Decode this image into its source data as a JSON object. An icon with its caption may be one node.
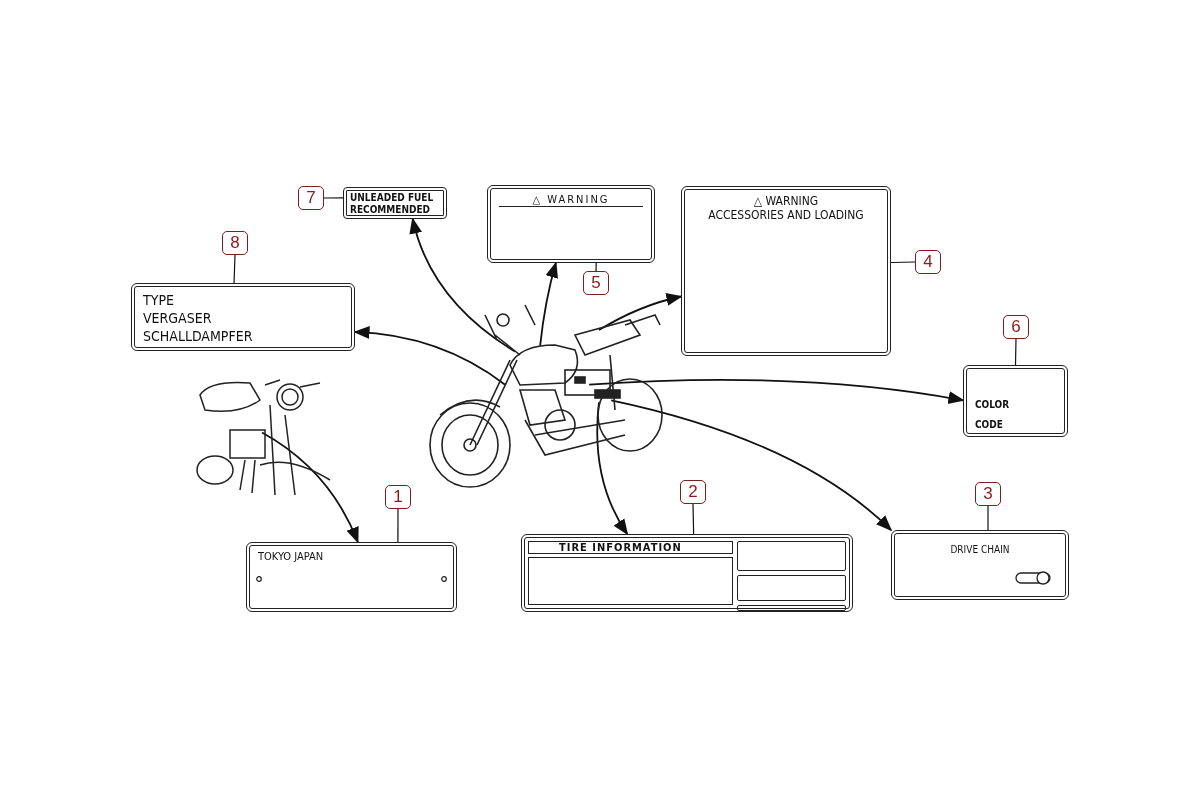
{
  "diagram": {
    "nodes": [
      {
        "text": [
          "7"
        ]
      },
      {
        "text": [
          "UNLEADED FUEL RECOMMENDED"
        ]
      },
      {
        "text": [
          "8"
        ]
      },
      {
        "text": [
          "TYPE",
          "VERGASER",
          "SCHALLDAMPFER"
        ]
      },
      {
        "text": [
          "△ WARNING"
        ]
      },
      {
        "text": [
          "5"
        ]
      },
      {
        "text": [
          "△ WARNING",
          "ACCESSORIES AND LOADING"
        ]
      },
      {
        "text": [
          "4"
        ]
      },
      {
        "text": [
          "6"
        ]
      },
      {
        "text": [
          "COLOR",
          "CODE"
        ]
      },
      {
        "text": [],
        "shape": "picture"
      },
      {
        "text": [],
        "shape": "picture"
      },
      {
        "text": [
          "1"
        ]
      },
      {
        "text": [
          "TOKYO JAPAN"
        ]
      },
      {
        "text": [
          "2"
        ]
      },
      {
        "text": [
          "TIRE INFORMATION"
        ]
      },
      {
        "text": [
          "3"
        ]
      },
      {
        "text": [
          "DRIVE CHAIN"
        ]
      }
    ],
    "edges": [
      {
        "from": 0,
        "to": 1,
        "arrow": "none"
      },
      {
        "from": 2,
        "to": 3,
        "arrow": "none"
      },
      {
        "from": 5,
        "to": 4,
        "arrow": "none"
      },
      {
        "from": 7,
        "to": 6,
        "arrow": "none"
      },
      {
        "from": 8,
        "to": 9,
        "arrow": "none"
      },
      {
        "from": 12,
        "to": 13,
        "arrow": "none"
      },
      {
        "from": 14,
        "to": 15,
        "arrow": "none"
      },
      {
        "from": 16,
        "to": 17,
        "arrow": "none"
      },
      {
        "from": 11,
        "to": 1,
        "arrow": "to"
      },
      {
        "from": 11,
        "to": 3,
        "arrow": "to"
      },
      {
        "from": 11,
        "to": 4,
        "arrow": "to"
      },
      {
        "from": 11,
        "to": 6,
        "arrow": "to"
      },
      {
        "from": 11,
        "to": 9,
        "arrow": "to"
      },
      {
        "from": 11,
        "to": 15,
        "arrow": "to"
      },
      {
        "from": 11,
        "to": 17,
        "arrow": "to"
      },
      {
        "from": 10,
        "to": 13,
        "arrow": "to"
      }
    ]
  }
}
